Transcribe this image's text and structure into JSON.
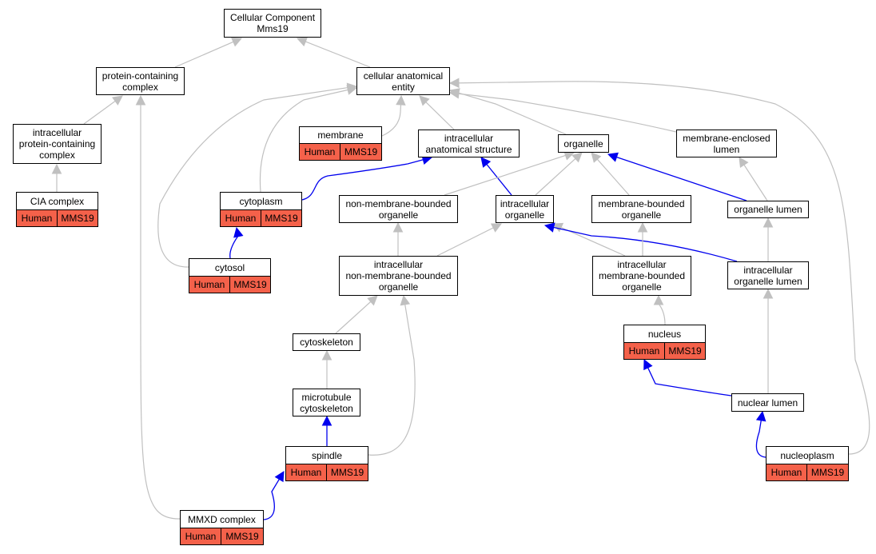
{
  "colors": {
    "background": "#ffffff",
    "node_border": "#000000",
    "annotation_fill": "#f4614a",
    "is_a_edge": "#c0c0c0",
    "part_of_edge": "#0000ee"
  },
  "nodes": [
    {
      "id": "root",
      "label": "Cellular Component\nMms19"
    },
    {
      "id": "protein_complex",
      "label": "protein-containing\ncomplex"
    },
    {
      "id": "cae",
      "label": "cellular anatomical\nentity"
    },
    {
      "id": "ic_protein_complex",
      "label": "intracellular\nprotein-containing\ncomplex"
    },
    {
      "id": "membrane",
      "label": "membrane",
      "species": "Human",
      "gene": "MMS19"
    },
    {
      "id": "ias",
      "label": "intracellular\nanatomical structure"
    },
    {
      "id": "organelle",
      "label": "organelle"
    },
    {
      "id": "me_lumen",
      "label": "membrane-enclosed\nlumen"
    },
    {
      "id": "cia",
      "label": "CIA complex",
      "species": "Human",
      "gene": "MMS19"
    },
    {
      "id": "cytoplasm",
      "label": "cytoplasm",
      "species": "Human",
      "gene": "MMS19"
    },
    {
      "id": "nmbo",
      "label": "non-membrane-bounded\norganelle"
    },
    {
      "id": "ic_organelle",
      "label": "intracellular\norganelle"
    },
    {
      "id": "mbo",
      "label": "membrane-bounded\norganelle"
    },
    {
      "id": "org_lumen",
      "label": "organelle lumen"
    },
    {
      "id": "cytosol",
      "label": "cytosol",
      "species": "Human",
      "gene": "MMS19"
    },
    {
      "id": "ic_nmbo",
      "label": "intracellular\nnon-membrane-bounded\norganelle"
    },
    {
      "id": "ic_mbo",
      "label": "intracellular\nmembrane-bounded\norganelle"
    },
    {
      "id": "ic_org_lumen",
      "label": "intracellular\norganelle lumen"
    },
    {
      "id": "nucleus",
      "label": "nucleus",
      "species": "Human",
      "gene": "MMS19"
    },
    {
      "id": "cytoskeleton",
      "label": "cytoskeleton"
    },
    {
      "id": "mt_cytoskeleton",
      "label": "microtubule\ncytoskeleton"
    },
    {
      "id": "nuclear_lumen",
      "label": "nuclear lumen"
    },
    {
      "id": "spindle",
      "label": "spindle",
      "species": "Human",
      "gene": "MMS19"
    },
    {
      "id": "nucleoplasm",
      "label": "nucleoplasm",
      "species": "Human",
      "gene": "MMS19"
    },
    {
      "id": "mmxd",
      "label": "MMXD complex",
      "species": "Human",
      "gene": "MMS19"
    }
  ],
  "edges": [
    {
      "from": "protein_complex",
      "to": "root",
      "type": "is_a"
    },
    {
      "from": "cae",
      "to": "root",
      "type": "is_a"
    },
    {
      "from": "ic_protein_complex",
      "to": "protein_complex",
      "type": "is_a"
    },
    {
      "from": "mmxd",
      "to": "protein_complex",
      "type": "is_a"
    },
    {
      "from": "membrane",
      "to": "cae",
      "type": "is_a"
    },
    {
      "from": "ias",
      "to": "cae",
      "type": "is_a"
    },
    {
      "from": "organelle",
      "to": "cae",
      "type": "is_a"
    },
    {
      "from": "me_lumen",
      "to": "cae",
      "type": "is_a"
    },
    {
      "from": "cytoplasm",
      "to": "cae",
      "type": "is_a"
    },
    {
      "from": "cytosol",
      "to": "cae",
      "type": "is_a"
    },
    {
      "from": "nucleoplasm",
      "to": "cae",
      "type": "is_a"
    },
    {
      "from": "cia",
      "to": "ic_protein_complex",
      "type": "is_a"
    },
    {
      "from": "cytoplasm",
      "to": "ias",
      "type": "part_of"
    },
    {
      "from": "ic_organelle",
      "to": "ias",
      "type": "part_of"
    },
    {
      "from": "nmbo",
      "to": "organelle",
      "type": "is_a"
    },
    {
      "from": "ic_organelle",
      "to": "organelle",
      "type": "is_a"
    },
    {
      "from": "mbo",
      "to": "organelle",
      "type": "is_a"
    },
    {
      "from": "org_lumen",
      "to": "organelle",
      "type": "part_of"
    },
    {
      "from": "org_lumen",
      "to": "me_lumen",
      "type": "is_a"
    },
    {
      "from": "cytosol",
      "to": "cytoplasm",
      "type": "part_of"
    },
    {
      "from": "ic_nmbo",
      "to": "nmbo",
      "type": "is_a"
    },
    {
      "from": "ic_nmbo",
      "to": "ic_organelle",
      "type": "is_a"
    },
    {
      "from": "ic_mbo",
      "to": "ic_organelle",
      "type": "is_a"
    },
    {
      "from": "ic_org_lumen",
      "to": "ic_organelle",
      "type": "part_of"
    },
    {
      "from": "ic_mbo",
      "to": "mbo",
      "type": "is_a"
    },
    {
      "from": "ic_org_lumen",
      "to": "org_lumen",
      "type": "is_a"
    },
    {
      "from": "cytoskeleton",
      "to": "ic_nmbo",
      "type": "is_a"
    },
    {
      "from": "spindle",
      "to": "ic_nmbo",
      "type": "is_a"
    },
    {
      "from": "nucleus",
      "to": "ic_mbo",
      "type": "is_a"
    },
    {
      "from": "nuclear_lumen",
      "to": "ic_org_lumen",
      "type": "is_a"
    },
    {
      "from": "nuclear_lumen",
      "to": "nucleus",
      "type": "part_of"
    },
    {
      "from": "mt_cytoskeleton",
      "to": "cytoskeleton",
      "type": "is_a"
    },
    {
      "from": "spindle",
      "to": "mt_cytoskeleton",
      "type": "part_of"
    },
    {
      "from": "nucleoplasm",
      "to": "nuclear_lumen",
      "type": "part_of"
    },
    {
      "from": "mmxd",
      "to": "spindle",
      "type": "part_of"
    }
  ]
}
